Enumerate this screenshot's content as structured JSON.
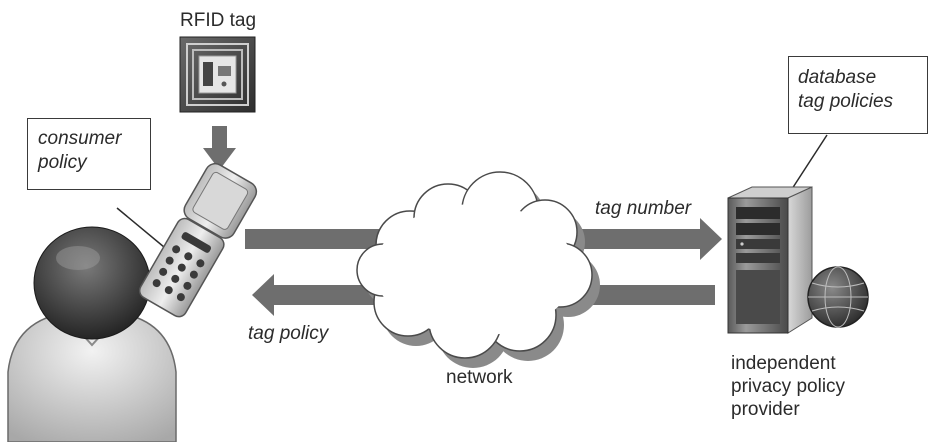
{
  "labels": {
    "rfid_tag": "RFID tag",
    "consumer_policy": "consumer\npolicy",
    "database_tag_policies": "database\ntag policies",
    "tag_number": "tag number",
    "tag_policy": "tag policy",
    "network": "network",
    "provider": "independent\nprivacy policy\nprovider"
  },
  "icons": {
    "rfid_tag": "rfid-tag-icon",
    "phone": "flip-phone-icon",
    "person": "user-icon",
    "cloud": "cloud-icon",
    "server": "server-tower-icon",
    "globe": "globe-icon"
  },
  "colors": {
    "arrow": "#6e6e6e",
    "ink": "#2b2b2b",
    "callout_border": "#3a3a3a"
  }
}
